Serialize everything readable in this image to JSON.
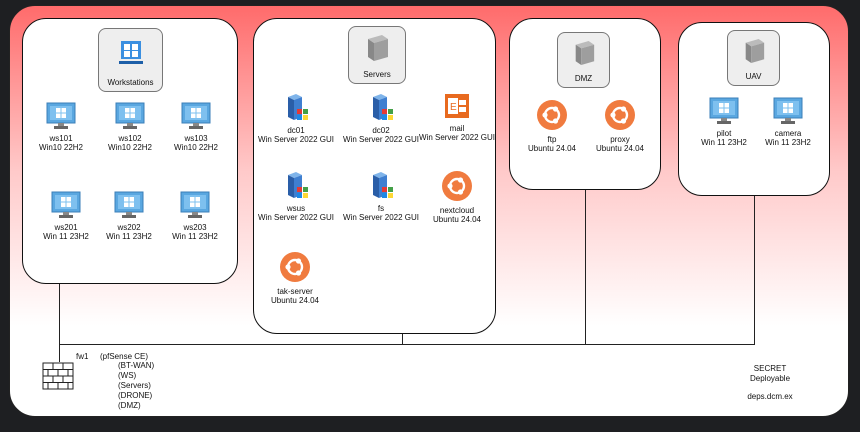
{
  "groups": {
    "workstations": "Workstations",
    "servers": "Servers",
    "dmz": "DMZ",
    "uav": "UAV"
  },
  "nodes": {
    "ws101": {
      "name": "ws101",
      "os": "Win10 22H2"
    },
    "ws102": {
      "name": "ws102",
      "os": "Win10 22H2"
    },
    "ws103": {
      "name": "ws103",
      "os": "Win10 22H2"
    },
    "ws201": {
      "name": "ws201",
      "os": "Win 11 23H2"
    },
    "ws202": {
      "name": "ws202",
      "os": "Win 11 23H2"
    },
    "ws203": {
      "name": "ws203",
      "os": "Win 11 23H2"
    },
    "dc01": {
      "name": "dc01",
      "os": "Win Server 2022 GUI"
    },
    "dc02": {
      "name": "dc02",
      "os": "Win Server 2022 GUI"
    },
    "mail": {
      "name": "mail",
      "os": "Win Server 2022 GUI"
    },
    "wsus": {
      "name": "wsus",
      "os": "Win Server 2022 GUI"
    },
    "fs": {
      "name": "fs",
      "os": "Win Server 2022 GUI"
    },
    "nextcloud": {
      "name": "nextcloud",
      "os": "Ubuntu 24.04"
    },
    "takserver": {
      "name": "tak-server",
      "os": "Ubuntu 24.04"
    },
    "ftp": {
      "name": "ftp",
      "os": "Ubuntu 24.04"
    },
    "proxy": {
      "name": "proxy",
      "os": "Ubuntu 24.04"
    },
    "pilot": {
      "name": "pilot",
      "os": "Win 11 23H2"
    },
    "camera": {
      "name": "camera",
      "os": "Win 11 23H2"
    }
  },
  "firewall": {
    "name": "fw1",
    "product": "(pfSense CE)",
    "interfaces": [
      "(BT-WAN)",
      "(WS)",
      "(Servers)",
      "(DRONE)",
      "(DMZ)"
    ]
  },
  "footer": {
    "classification": "SECRET",
    "status": "Deployable",
    "domain": "deps.dcm.ex"
  },
  "colors": {
    "board_top": "#ff6b6b",
    "ubuntu": "#f07b3f",
    "windows": "#1e88e5",
    "office": "#e86a1f"
  }
}
